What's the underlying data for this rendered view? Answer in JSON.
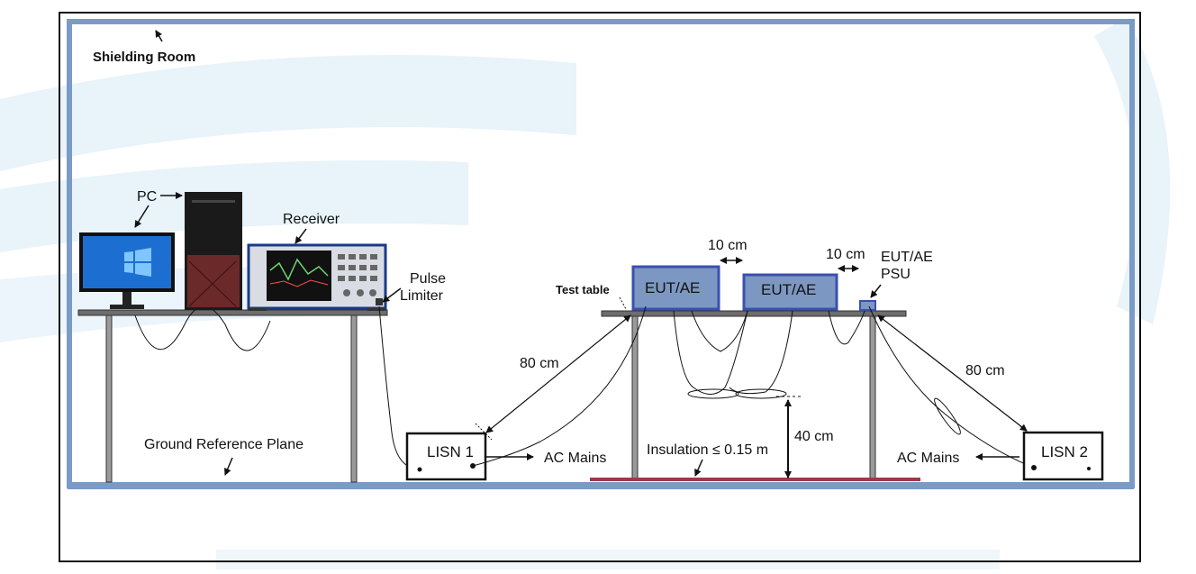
{
  "diagram": {
    "labels": {
      "shielding_room": "Shielding Room",
      "pc": "PC",
      "receiver": "Receiver",
      "pulse_limiter_1": "Pulse",
      "pulse_limiter_2": "Limiter",
      "test_table": "Test table",
      "eut_ae_1": "EUT/AE",
      "eut_ae_2": "EUT/AE",
      "spacing_1": "10 cm",
      "spacing_2": "10 cm",
      "psu_line1": "EUT/AE",
      "psu_line2": "PSU",
      "distance_left": "80 cm",
      "distance_right": "80 cm",
      "height": "40 cm",
      "ground_plane": "Ground Reference Plane",
      "lisn1": "LISN 1",
      "lisn2": "LISN 2",
      "ac_mains_left": "AC Mains",
      "ac_mains_right": "AC Mains",
      "insulation": "Insulation ≤ 0.15 m"
    },
    "colors": {
      "room_border": "#7a9bc6",
      "eut_fill": "#7c98c2",
      "eut_border": "#3a50b0",
      "insulation": "#9b3a4a",
      "screen": "#1c6fd1",
      "watermark": "#e6f2fa"
    }
  }
}
